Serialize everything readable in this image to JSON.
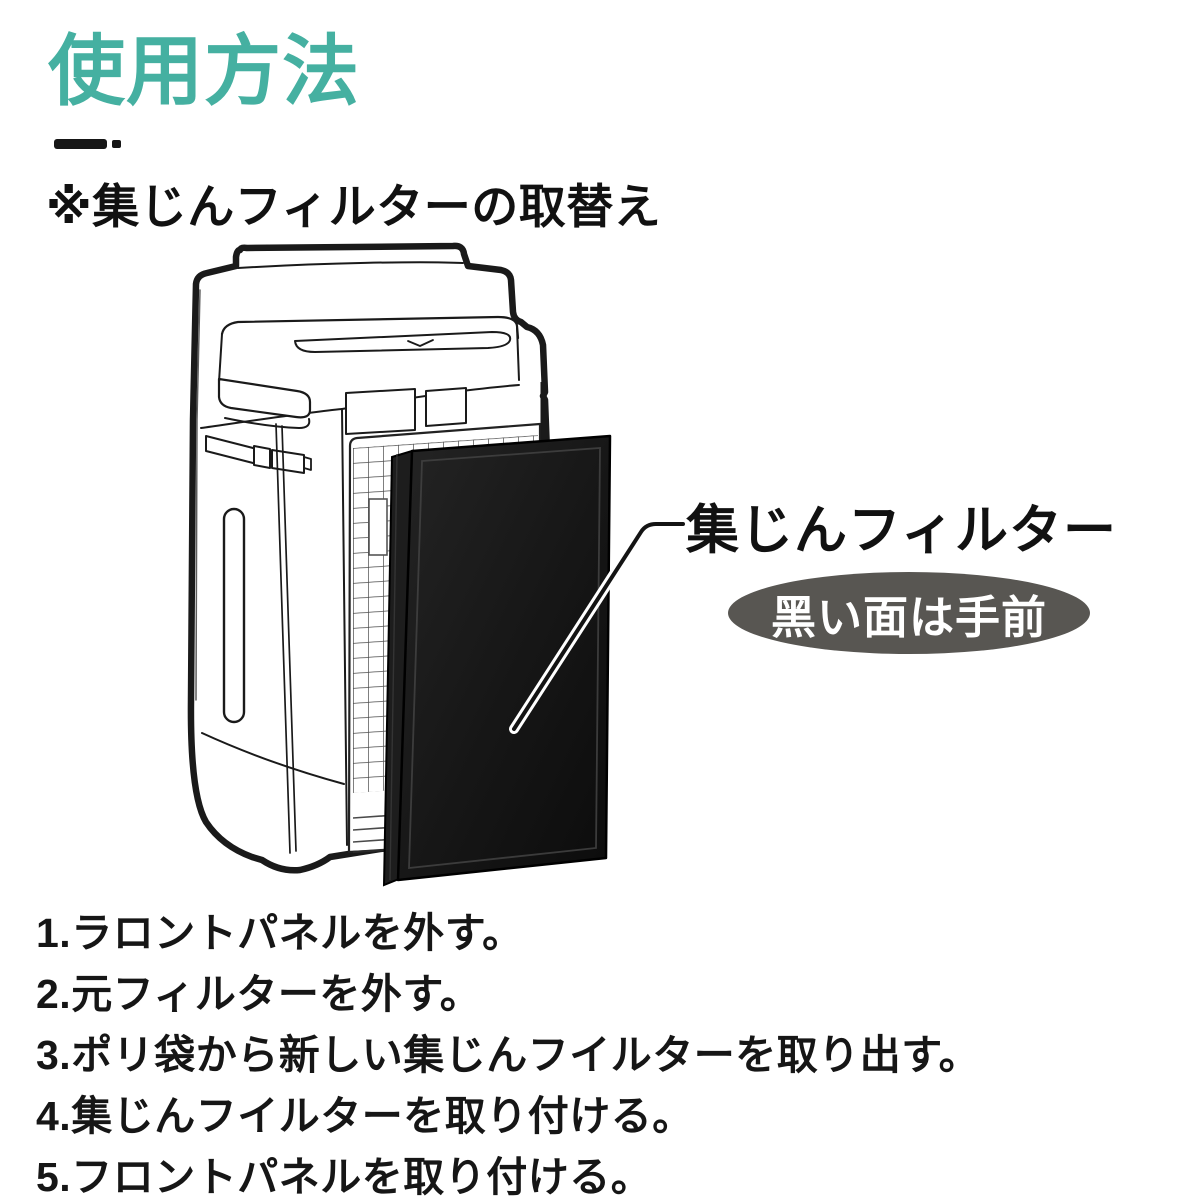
{
  "header": {
    "title": "使用方法",
    "subtitle": "※集じんフィルターの取替え"
  },
  "diagram": {
    "filter_label": "集じんフィルター",
    "badge_label": "黑い面は手前",
    "illustration": "air-purifier-line-drawing-with-black-dust-filter-panel"
  },
  "steps": {
    "items": [
      "1.ラロントパネルを外す。",
      "2.元フィルターを外す。",
      "3.ポリ袋から新しい集じんフイルターを取り出す。",
      "4.集じんフイルターを取り付ける。",
      "5.フロントパネルを取り付ける。"
    ]
  },
  "colors": {
    "accent_teal": "#45b0a1",
    "badge_gray": "#585652",
    "text_black": "#161616",
    "panel_black": "#141414"
  }
}
